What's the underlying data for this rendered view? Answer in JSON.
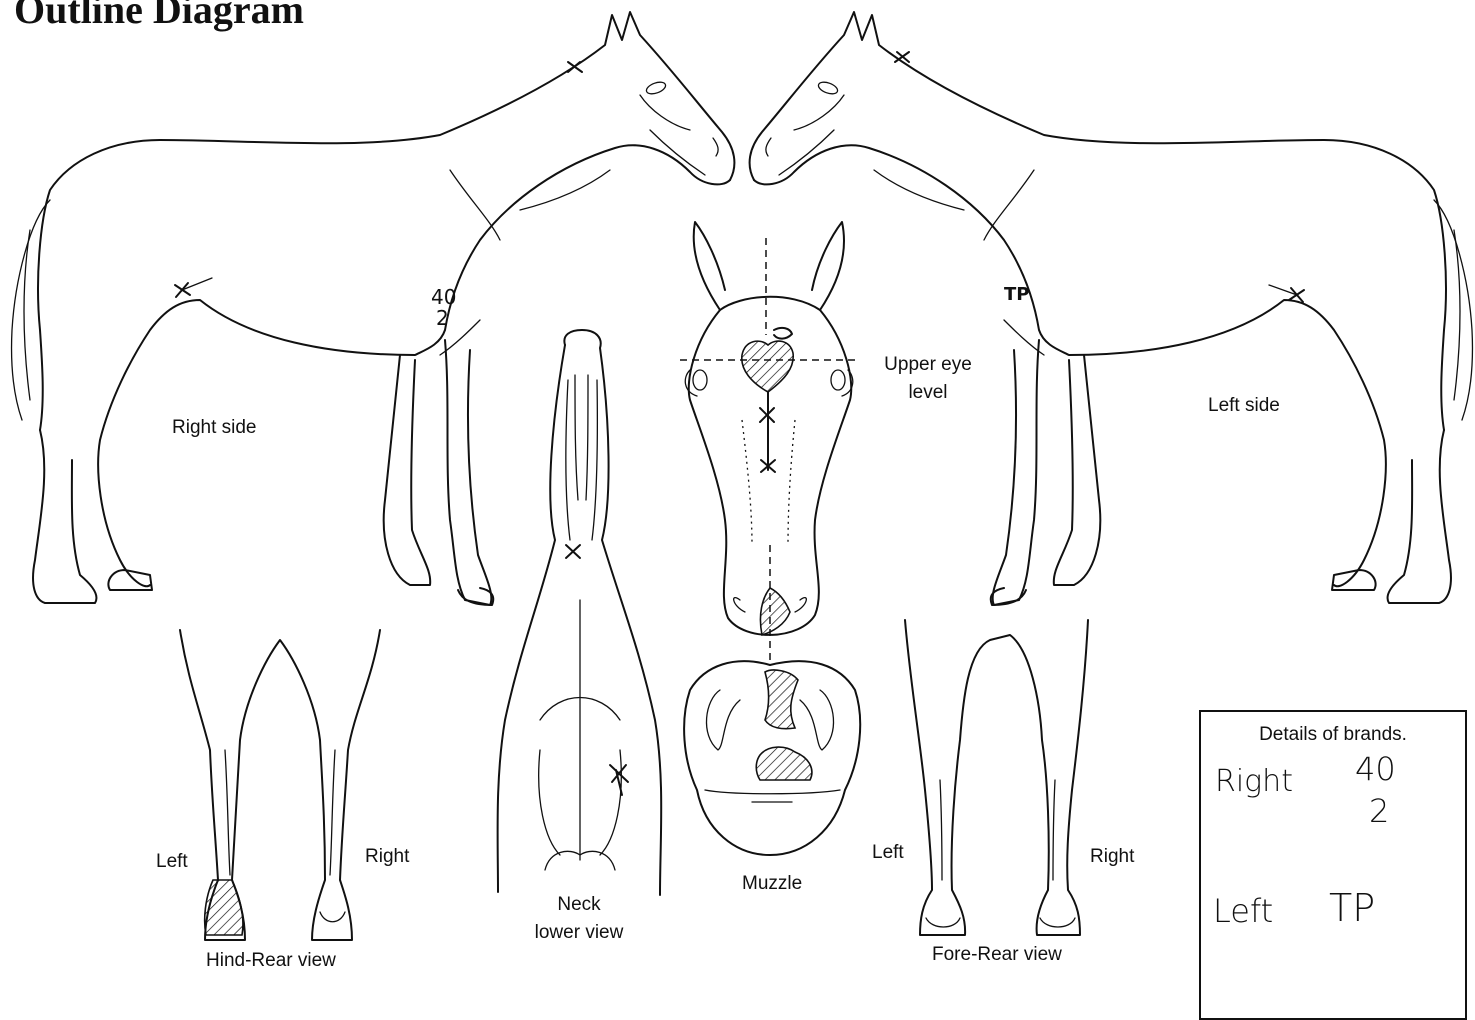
{
  "title": "Outline Diagram",
  "labels": {
    "right_side": "Right side",
    "left_side": "Left side",
    "upper_eye_level_1": "Upper eye",
    "upper_eye_level_2": "level",
    "hind_left": "Left",
    "hind_right": "Right",
    "hind_rear_view": "Hind-Rear view",
    "neck_1": "Neck",
    "neck_2": "lower view",
    "muzzle": "Muzzle",
    "fore_left": "Left",
    "fore_right": "Right",
    "fore_rear_view": "Fore-Rear view"
  },
  "markings": {
    "right_brand_1": "40",
    "right_brand_2": "2",
    "left_brand": "TP"
  },
  "brands_box": {
    "heading": "Details of brands.",
    "right_label": "Right",
    "right_value_1": "40",
    "right_value_2": "2",
    "left_label": "Left",
    "left_value": "TP"
  }
}
